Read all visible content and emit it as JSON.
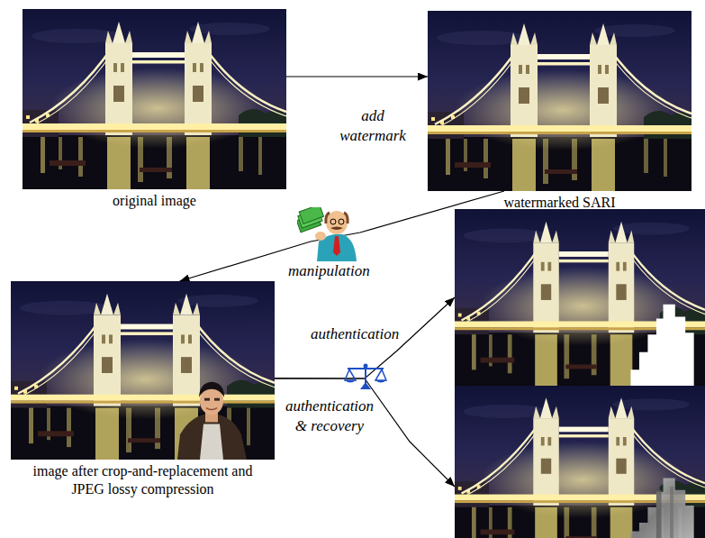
{
  "diagram": {
    "nodes": [
      {
        "text": [
          "original image"
        ]
      },
      {
        "text": [
          "watermarked SARI"
        ]
      },
      {
        "text": [
          "image after crop-and-replacement and JPEG lossy compression"
        ]
      },
      {
        "text": []
      },
      {
        "text": []
      }
    ],
    "edges": [
      {
        "from": 0,
        "to": 1,
        "label": "add watermark",
        "arrow": "to"
      },
      {
        "from": 1,
        "to": 2,
        "label": "manipulation",
        "arrow": "to"
      },
      {
        "from": 2,
        "to": 3,
        "label": "authentication",
        "arrow": "to"
      },
      {
        "from": 2,
        "to": 4,
        "label": "authentication & recovery",
        "arrow": "to"
      }
    ]
  }
}
